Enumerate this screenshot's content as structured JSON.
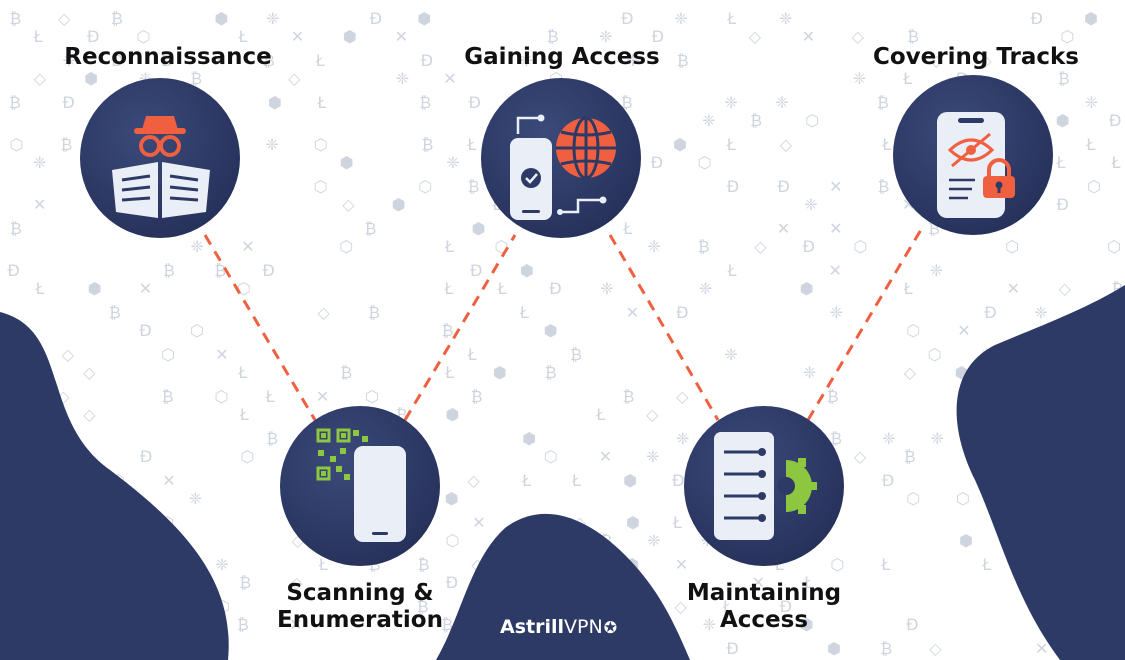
{
  "stages": [
    {
      "id": "reconnaissance",
      "label": "Reconnaissance",
      "icon": "spy-reading-newspaper-icon"
    },
    {
      "id": "scanning",
      "label_lines": [
        "Scanning &",
        "Enumeration"
      ],
      "icon": "qr-code-phone-icon"
    },
    {
      "id": "gaining-access",
      "label": "Gaining Access",
      "icon": "phone-globe-network-icon"
    },
    {
      "id": "maintaining",
      "label_lines": [
        "Maintaining",
        "Access"
      ],
      "icon": "server-gear-icon"
    },
    {
      "id": "covering-tracks",
      "label": "Covering Tracks",
      "icon": "phone-hidden-eye-lock-icon"
    }
  ],
  "brand": {
    "name_bold": "Astrill",
    "name_light": "VPN",
    "mark": "✪"
  },
  "colors": {
    "navy": "#2e3a66",
    "accent": "#f06040",
    "green": "#8dc63f",
    "pale": "#e9eef7",
    "pattern": "#cfd5df",
    "text": "#111111"
  }
}
